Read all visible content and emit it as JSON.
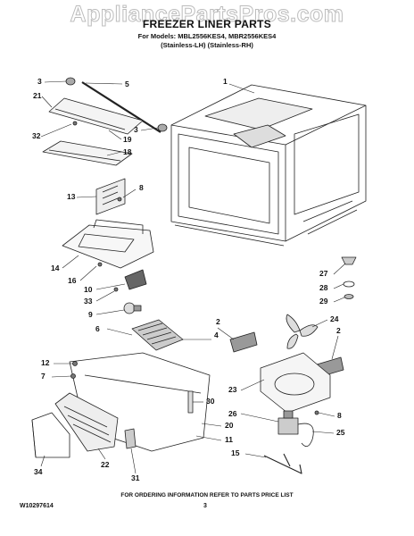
{
  "watermark": "AppliancePartsPros.com",
  "header": {
    "title": "FREEZER LINER PARTS",
    "models": "For Models: MBL2556KES4, MBR2556KES4",
    "variants": "(Stainless-LH) (Stainless-RH)"
  },
  "footer": {
    "instruction": "FOR ORDERING INFORMATION REFER TO PARTS PRICE LIST",
    "doc_number": "W10297614",
    "page_number": "3"
  },
  "callouts": {
    "c1": "1",
    "c3a": "3",
    "c5": "5",
    "c21": "21",
    "c3b": "3",
    "c32": "32",
    "c19": "19",
    "c18": "18",
    "c13": "13",
    "c8a": "8",
    "c14": "14",
    "c16": "16",
    "c10": "10",
    "c33": "33",
    "c9": "9",
    "c6": "6",
    "c2a": "2",
    "c4": "4",
    "c24": "24",
    "c2b": "2",
    "c27": "27",
    "c28": "28",
    "c29": "29",
    "c12": "12",
    "c7": "7",
    "c23": "23",
    "c30": "30",
    "c26": "26",
    "c8b": "8",
    "c20": "20",
    "c25": "25",
    "c11": "11",
    "c15": "15",
    "c34": "34",
    "c22": "22",
    "c31": "31"
  }
}
